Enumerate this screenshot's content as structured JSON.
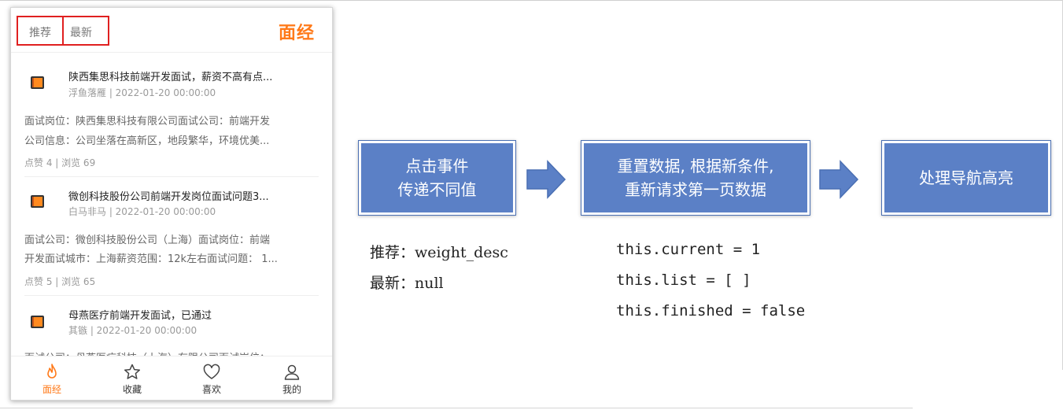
{
  "phone": {
    "tabs": [
      "推荐",
      "最新"
    ],
    "logo": "面经",
    "articles": [
      {
        "title": "陕西集思科技前端开发面试，薪资不高有点...",
        "meta": "浮鱼落雁 | 2022-01-20 00:00:00",
        "line1": "面试岗位：陕西集思科技有限公司面试公司：前端开发",
        "line2": "公司信息：公司坐落在高新区，地段繁华，环境优美...",
        "stats": "点赞 4 | 浏览 69"
      },
      {
        "title": "微创科技股份公司前端开发岗位面试问题3...",
        "meta": "白马非马 | 2022-01-20 00:00:00",
        "line1": "面试公司：微创科技股份公司（上海）面试岗位：前端",
        "line2": "开发面试城市：上海薪资范围：12k左右面试问题： 1...",
        "stats": "点赞 5 | 浏览 65"
      },
      {
        "title": "母燕医疗前端开发面试，已通过",
        "meta": "其镞 | 2022-01-20 00:00:00",
        "line1": "面试公司：母燕医疗科技（上海）有限公司面试岗位："
      }
    ],
    "tabbar": [
      "面经",
      "收藏",
      "喜欢",
      "我的"
    ]
  },
  "flow": {
    "boxes": [
      [
        "点击事件",
        "传递不同值"
      ],
      [
        "重置数据, 根据新条件,",
        "重新请求第一页数据"
      ],
      [
        "处理导航高亮"
      ]
    ]
  },
  "notes": [
    "推荐：weight_desc",
    "最新：null"
  ],
  "code": [
    "this.current = 1",
    "this.list = [ ]",
    "this.finished = false"
  ],
  "colors": {
    "accent": "#ff7a1a",
    "highlight": "#e02020",
    "box": "#5b80c6"
  }
}
